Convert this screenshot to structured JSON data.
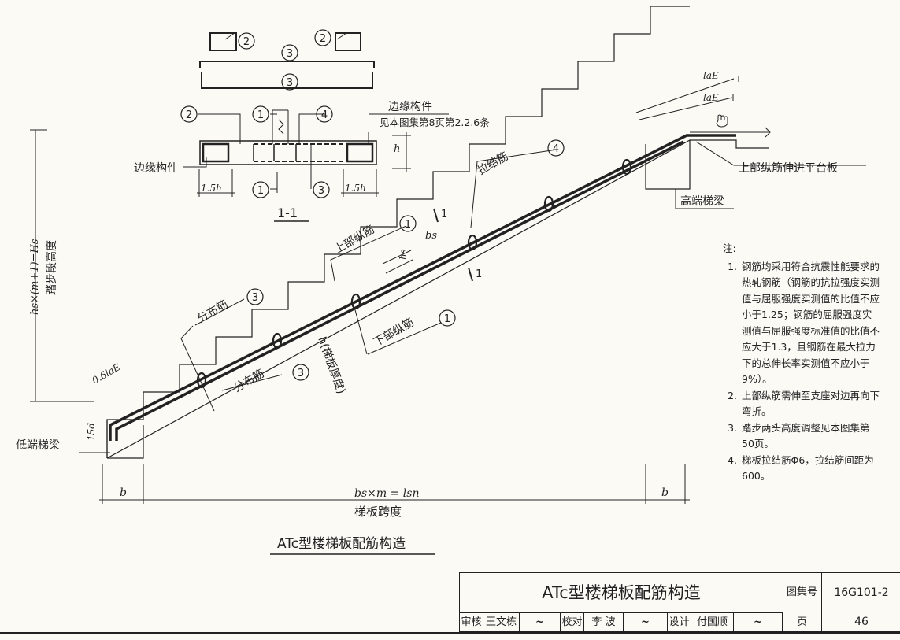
{
  "section": {
    "label": "1-1",
    "edge_member_left": "边缘构件",
    "edge_member_right": "边缘构件",
    "edge_ref": "见本图集第8页第2.2.6条",
    "dim_left": "1.5h",
    "dim_right": "1.5h",
    "dim_h": "h",
    "markers": [
      "2",
      "2",
      "3",
      "3",
      "2",
      "1",
      "4",
      "1",
      "3"
    ]
  },
  "stair": {
    "lower_beam": "低端梯梁",
    "upper_beam": "高端梯梁",
    "top_bar_into_slab": "上部纵筋伸进平台板",
    "tie_bar": "拉结筋",
    "tie_marker": "4",
    "top_long_bar": "上部纵筋",
    "top_marker": "1",
    "bottom_long_bar": "下部纵筋",
    "bottom_marker": "1",
    "dist_bar_upper": "分布筋",
    "dist_bar_lower": "分布筋",
    "dist_marker": "3",
    "slab_thickness": "h(梯板厚度)",
    "height_formula": "hs×(m+1)=Hs",
    "height_label": "踏步段高度",
    "anchor_06": "0.6laE",
    "anchor_15d": "15d",
    "dim_b": "b",
    "dim_bs": "bs",
    "dim_hs": "hs",
    "dim_lae1": "laE",
    "dim_lae2": "laE",
    "cut_mark": "1",
    "span_formula": "bs×m = lsn",
    "span_label": "梯板跨度"
  },
  "drawing_title": "ATc型楼梯板配筋构造",
  "notes": {
    "heading": "注:",
    "items": [
      "钢筋均采用符合抗震性能要求的热轧钢筋（钢筋的抗拉强度实测值与屈服强度实测值的比值不应小于1.25；钢筋的屈服强度实测值与屈服强度标准值的比值不应大于1.3，且钢筋在最大拉力下的总伸长率实测值不应小于9%）。",
      "上部纵筋需伸至支座对边再向下弯折。",
      "踏步两头高度调整见本图集第50页。",
      "梯板拉结筋Φ6，拉结筋间距为600。"
    ]
  },
  "title_block": {
    "title": "ATc型楼梯板配筋构造",
    "atlas_label": "图集号",
    "atlas_no": "16G101-2",
    "page_label": "页",
    "page_no": "46",
    "review_label": "审核",
    "reviewer": "王文栋",
    "check_label": "校对",
    "checker": "李 波",
    "design_label": "设计",
    "designer": "付国顺"
  }
}
